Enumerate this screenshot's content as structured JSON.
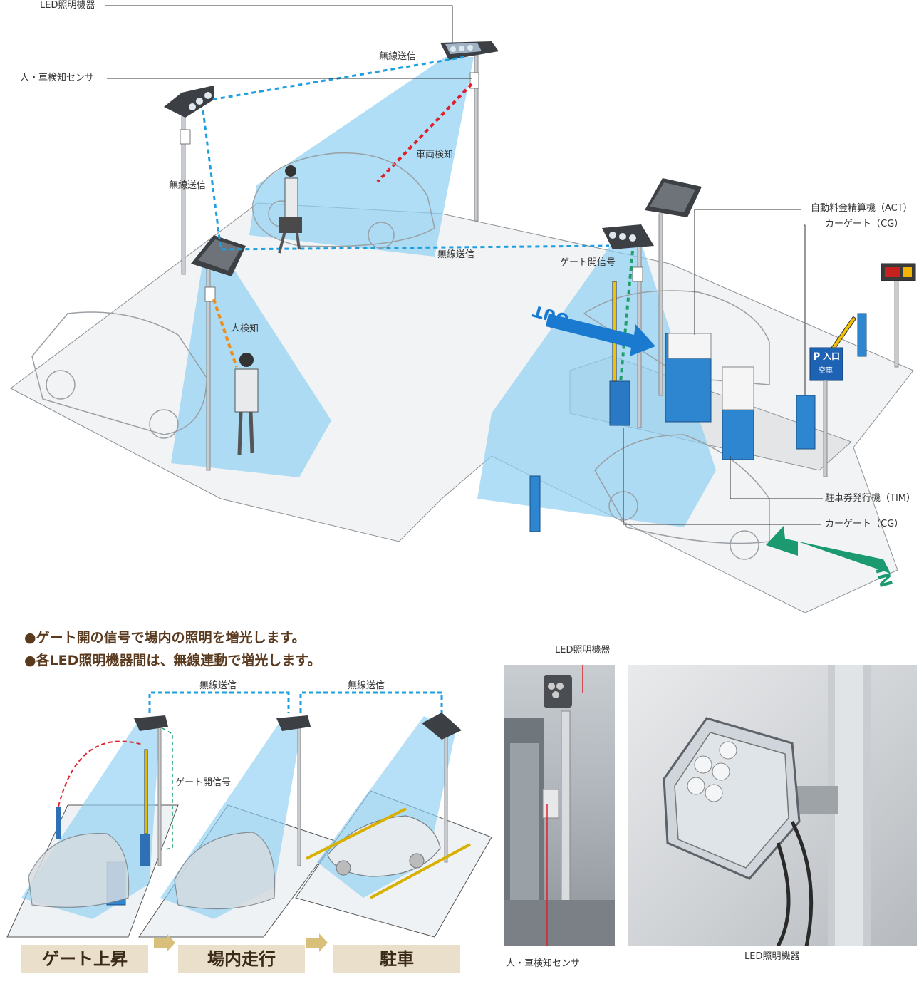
{
  "labels": {
    "led_fixture_top": "LED照明機器",
    "sensor_top": "人・車検知センサ",
    "wireless_top": "無線送信",
    "wireless_left": "無線送信",
    "wireless_mid": "無線送信",
    "vehicle_detect": "車両検知",
    "person_detect": "人検知",
    "gate_signal": "ゲート開信号",
    "act": "自動料金精算機（ACT）",
    "cg_top": "カーゲート（CG）",
    "tim": "駐車券発行機（TIM）",
    "cg_bottom": "カーゲート（CG）",
    "out_sign": "OUT",
    "in_sign": "IN",
    "parking_sign_p": "P",
    "parking_sign_entry": "入口",
    "parking_sign_vacancy": "空車"
  },
  "notes": [
    "●ゲート開の信号で場内の照明を増光します。",
    "●各LED照明機器間は、無線連動で増光します。"
  ],
  "flow": {
    "wireless_1": "無線送信",
    "wireless_2": "無線送信",
    "gate_signal": "ゲート開信号",
    "steps": [
      "ゲート上昇",
      "場内走行",
      "駐車"
    ]
  },
  "photos": {
    "led_label_top": "LED照明機器",
    "sensor_label": "人・車検知センサ",
    "led_label_bottom": "LED照明機器"
  },
  "colors": {
    "light_cone": "#8fd0f2",
    "wireless_line": "#1e9fe0",
    "vehicle_line": "#e0202a",
    "person_line": "#f08c1a",
    "gate_line": "#1fa06a",
    "in_arrow": "#1b9a70",
    "out_arrow": "#1a7ad0",
    "step_bg": "#eadfca"
  }
}
